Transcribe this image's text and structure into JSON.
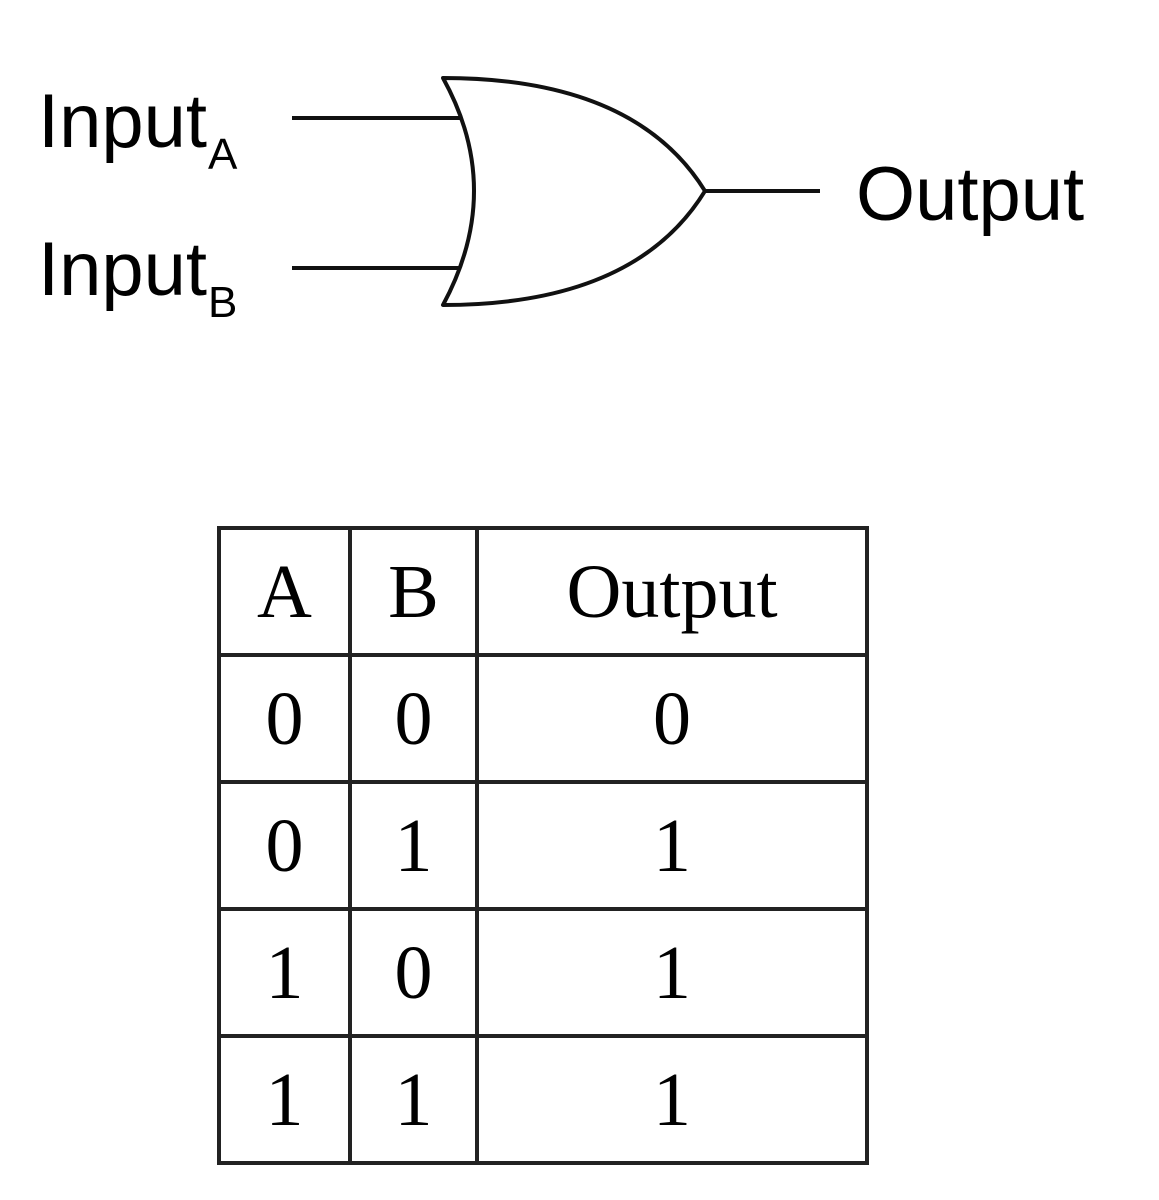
{
  "diagram": {
    "input_a": {
      "text": "Input",
      "subscript": "A"
    },
    "input_b": {
      "text": "Input",
      "subscript": "B"
    },
    "output": "Output"
  },
  "truth_table": {
    "headers": [
      "A",
      "B",
      "Output"
    ],
    "rows": [
      [
        "0",
        "0",
        "0"
      ],
      [
        "0",
        "1",
        "1"
      ],
      [
        "1",
        "0",
        "1"
      ],
      [
        "1",
        "1",
        "1"
      ]
    ]
  }
}
